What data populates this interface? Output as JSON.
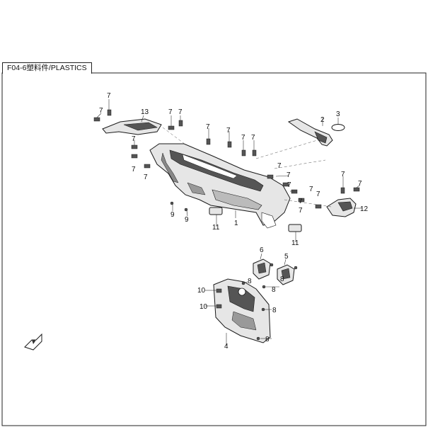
{
  "header": {
    "title": "F04-6塑料件/PLASTICS"
  },
  "callouts": {
    "c1": "1",
    "c2": "2",
    "c3": "3",
    "c4": "4",
    "c5": "5",
    "c6": "6",
    "c7": "7",
    "c8": "8",
    "c9": "9",
    "c10": "10",
    "c11": "11",
    "c12": "12",
    "c13": "13"
  },
  "colors": {
    "ink": "#1a1a1a",
    "part_fill": "#e6e6e6",
    "part_dark": "#555555",
    "leader": "#333333"
  },
  "icons": {
    "direction_marker": "front-arrow-icon"
  }
}
